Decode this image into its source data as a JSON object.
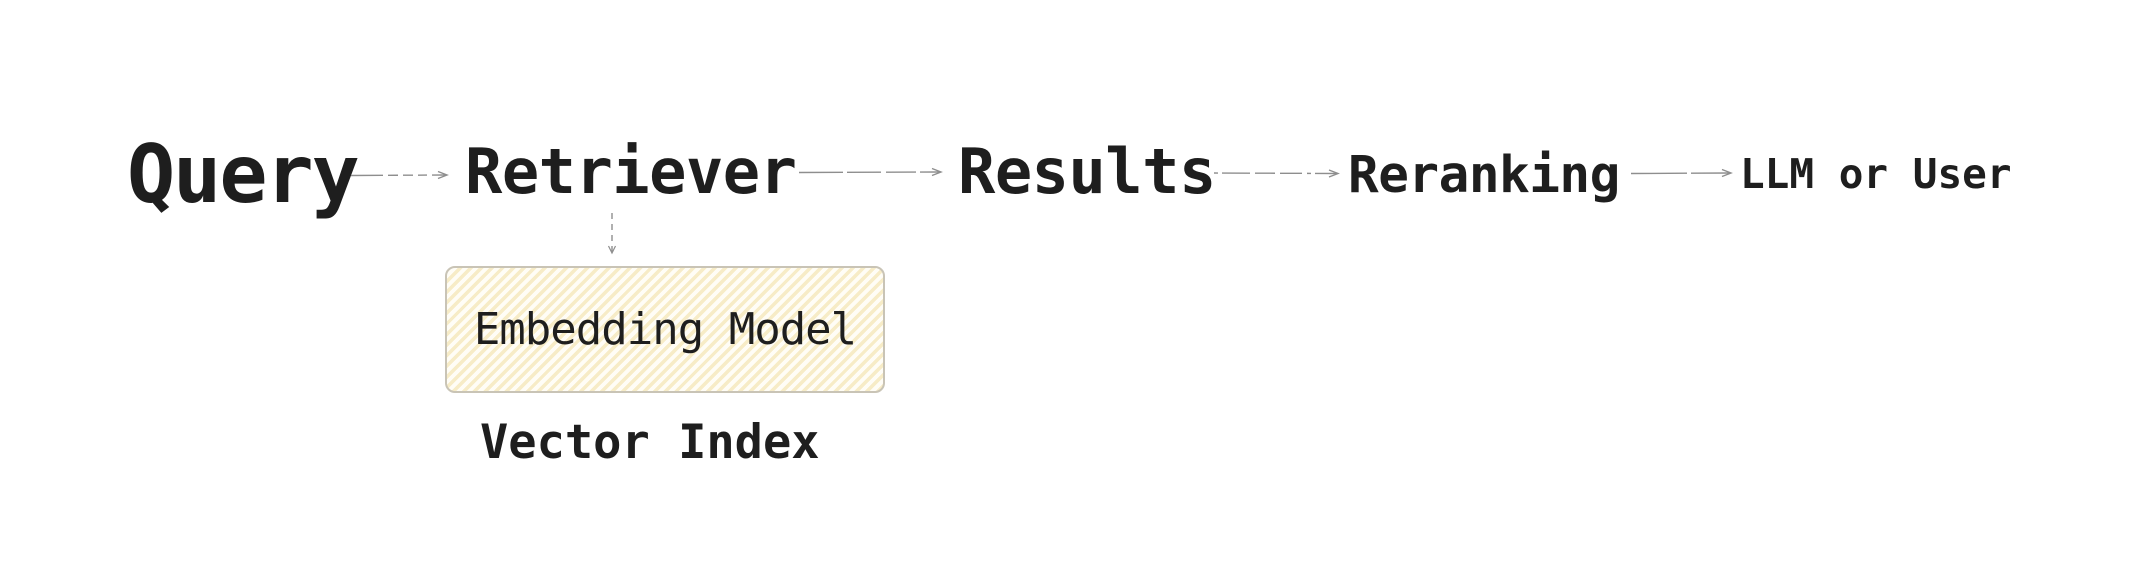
{
  "colors": {
    "bg": "#ffffff",
    "text": "#1e1e1e",
    "edge": "#8e8e8e",
    "box-border": "#c9c4b6",
    "box-bg": "#fffdf6",
    "box-stripe": "#f7ecc7"
  },
  "diagram": {
    "type": "flowchart",
    "background": "#ffffff",
    "nodes": {
      "query": "Query",
      "retriever": "Retriever",
      "results": "Results",
      "reranking": "Reranking",
      "llm_or_user": "LLM or User",
      "embedding_model": "Embedding Model",
      "vector_index": "Vector Index"
    },
    "edges": [
      {
        "from": "Query",
        "to": "Retriever",
        "style": "sketchy-dashed",
        "arrow": "right"
      },
      {
        "from": "Retriever",
        "to": "Results",
        "style": "sketchy",
        "arrow": "right"
      },
      {
        "from": "Results",
        "to": "Reranking",
        "style": "sketchy-dashed",
        "arrow": "right"
      },
      {
        "from": "Reranking",
        "to": "LLM or User",
        "style": "sketchy",
        "arrow": "right"
      },
      {
        "from": "Retriever",
        "to": "Embedding Model",
        "style": "dashed",
        "arrow": "down"
      }
    ],
    "embedding_box": {
      "fill_style": "diagonal-hatch",
      "fill_color": "#f7ecc7",
      "border_color": "#c9c4b6"
    }
  }
}
